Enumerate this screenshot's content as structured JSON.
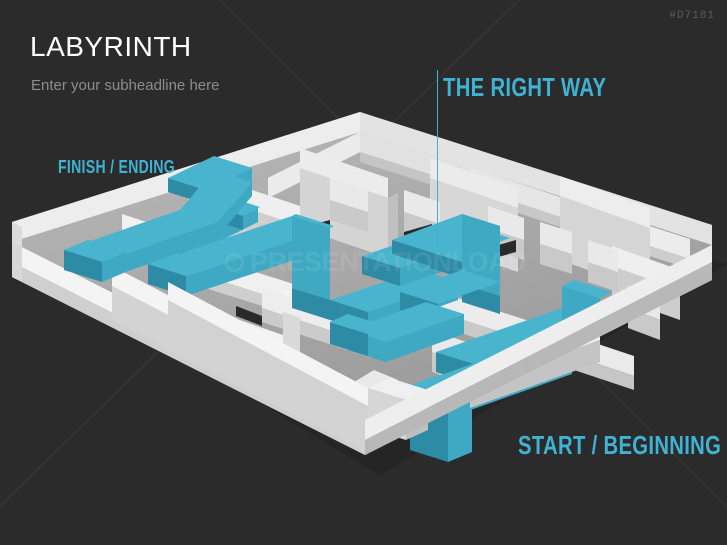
{
  "slide": {
    "background_color": "#2b2b2b",
    "accent_color": "#3fb3d4",
    "wall_color": "#e8e8e8",
    "floor_color": "#a8a8a8",
    "reference_code": "#D7181"
  },
  "header": {
    "title": "LABYRINTH",
    "subtitle": "Enter your subheadline here"
  },
  "callouts": {
    "finish": "FINISH / ENDING",
    "right_way": "THE RIGHT WAY",
    "start": "START / BEGINNING"
  },
  "watermark": {
    "text": "PRESENTATIONLOAD",
    "mark": "circle-logo-mark"
  },
  "graphic": {
    "name": "isometric-3d-maze",
    "description": "3D isometric labyrinth with highlighted solution path",
    "path_color": "#3fa9c4",
    "path_top_color": "#49b4cd",
    "path_side_color": "#2d8ba6"
  }
}
